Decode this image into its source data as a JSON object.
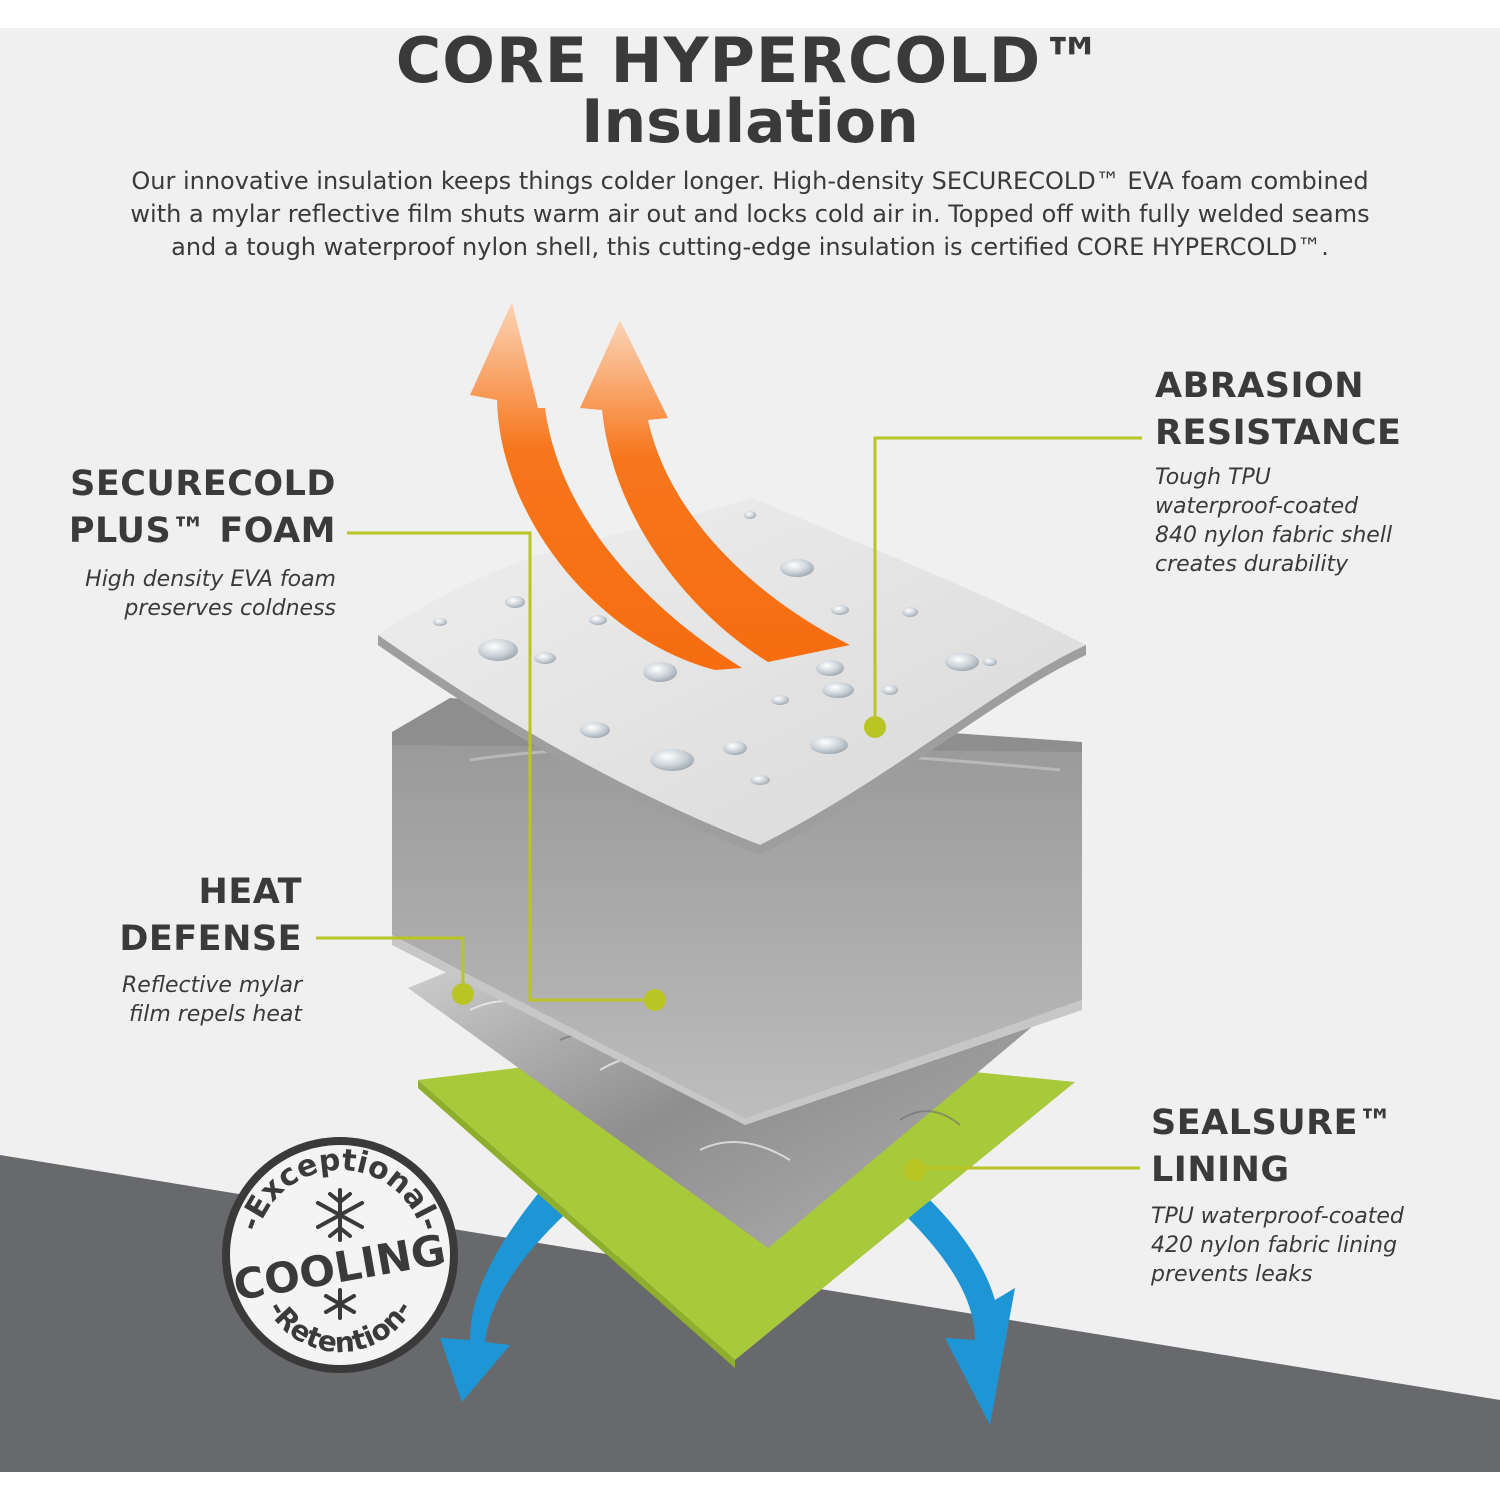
{
  "header": {
    "title_line1": "CORE HYPERCOLD™",
    "title_line2": "Insulation",
    "intro_lines": [
      "Our innovative insulation keeps things colder longer. High-density SECURECOLD™ EVA foam combined",
      "with a mylar reflective film shuts warm air out and locks cold air in. Topped off with fully welded seams",
      "and a tough waterproof nylon shell, this cutting-edge insulation is certified CORE HYPERCOLD™."
    ]
  },
  "callouts": {
    "securecold": {
      "heading": [
        "SECURECOLD",
        "PLUS™ FOAM"
      ],
      "description": [
        "High density EVA foam",
        "preserves coldness"
      ]
    },
    "heat_defense": {
      "heading": [
        "HEAT",
        "DEFENSE"
      ],
      "description": [
        "Reflective mylar",
        "film repels heat"
      ]
    },
    "abrasion": {
      "heading": [
        "ABRASION",
        "RESISTANCE"
      ],
      "description": [
        "Tough TPU",
        "waterproof-coated",
        "840 nylon fabric shell",
        "creates durability"
      ]
    },
    "sealsure": {
      "heading": [
        "SEALSURE™",
        "LINING"
      ],
      "description": [
        "TPU waterproof-coated",
        "420 nylon fabric lining",
        "prevents leaks"
      ]
    }
  },
  "badge": {
    "top_text": "-Exceptional-",
    "middle_text": "COOLING",
    "bottom_text": "-Retention-"
  },
  "colors": {
    "background": "#f0f0f1",
    "floor": "#68696d",
    "text": "#3a3a3a",
    "leader_line": "#b9c425",
    "heat_arrow": "#f76d10",
    "cold_arrow": "#1e96d6",
    "lining": "#a8c93a",
    "foam": "#a6a6a6"
  },
  "icons": [
    "heat-arrow-icon",
    "cold-arrow-icon",
    "snowflake-icon",
    "water-droplet-icon"
  ]
}
